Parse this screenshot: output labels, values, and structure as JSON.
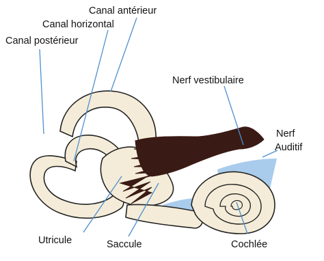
{
  "labels": {
    "canal_anterieur": "Canal antérieur",
    "canal_horizontal": "Canal horizontal",
    "canal_posterieur": "Canal postérieur",
    "nerf_vestibulaire": "Nerf vestibulaire",
    "nerf": "Nerf",
    "auditif": "Auditif",
    "utricule": "Utricule",
    "saccule": "Saccule",
    "cochlee": "Cochlée"
  },
  "colors": {
    "bone": "#f4ecd8",
    "outline": "#222222",
    "nerve": "#3a1a14",
    "fluid": "#a9ccec",
    "pointer": "#4d8fcf"
  }
}
